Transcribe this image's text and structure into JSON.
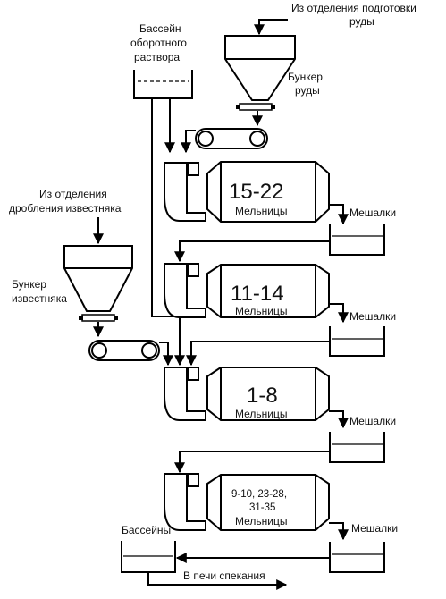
{
  "ore_source": [
    "Из отделения подготовки",
    "руды"
  ],
  "pool_title": [
    "Бассейн",
    "оборотного",
    "раствора"
  ],
  "ore_bunker": [
    "Бункер",
    "руды"
  ],
  "lime_source": [
    "Из отделения",
    "дробления известняка"
  ],
  "lime_bunker": [
    "Бункер",
    "известняка"
  ],
  "mills": [
    {
      "number": "15-22",
      "label": "Мельницы"
    },
    {
      "number": "11-14",
      "label": "Мельницы"
    },
    {
      "number": "1-8",
      "label": "Мельницы"
    },
    {
      "number_lines": [
        "9-10, 23-28,",
        "31-35"
      ],
      "label": "Мельницы"
    }
  ],
  "mixers": [
    "Мешалки",
    "Мешалки",
    "Мешалки",
    "Мешалки"
  ],
  "pools_label": "Бассейны",
  "output_label": "В печи спекания"
}
